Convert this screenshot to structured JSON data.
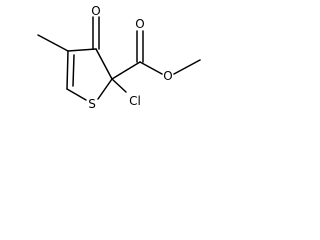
{
  "structure": {
    "atoms": {
      "oxygen_ketone": "O",
      "oxygen_carbonyl": "O",
      "oxygen_ester": "O",
      "sulfur": "S",
      "chlorine": "Cl"
    },
    "colors": {
      "bond": "#000000",
      "label": "#000000",
      "background": "#ffffff"
    }
  }
}
